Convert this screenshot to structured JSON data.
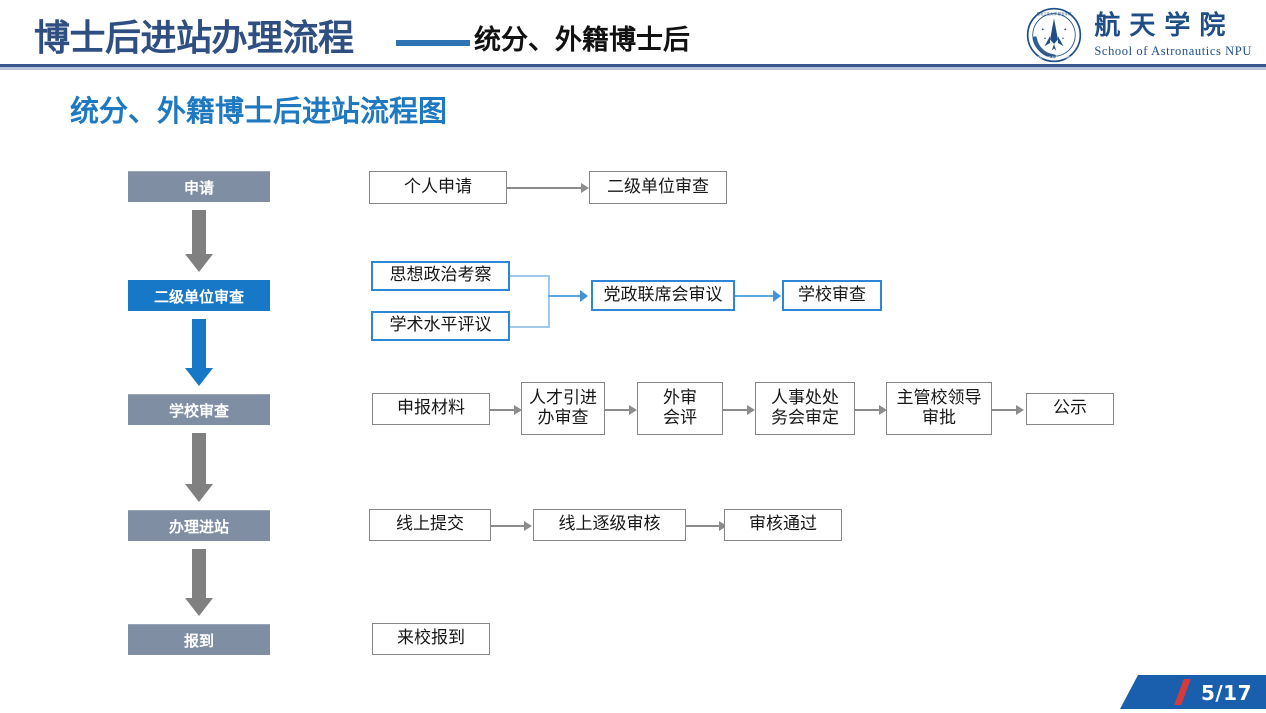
{
  "header": {
    "title_main": "博士后进站办理流程",
    "title_dash": "——",
    "title_sub": "统分、外籍博士后",
    "logo_cn": "航天学院",
    "logo_en": "School of Astronautics NPU",
    "logo_icon": "npu-astronautics-emblem"
  },
  "slide": {
    "subtitle": "统分、外籍博士后进站流程图"
  },
  "stages": [
    {
      "label": "申请",
      "style": "gray"
    },
    {
      "label": "二级单位审查",
      "style": "blue"
    },
    {
      "label": "学校审查",
      "style": "gray"
    },
    {
      "label": "办理进站",
      "style": "gray"
    },
    {
      "label": "报到",
      "style": "gray"
    }
  ],
  "stage_arrows": [
    {
      "from": "申请",
      "to": "二级单位审查",
      "color": "gray"
    },
    {
      "from": "二级单位审查",
      "to": "学校审查",
      "color": "blue"
    },
    {
      "from": "学校审查",
      "to": "办理进站",
      "color": "gray"
    },
    {
      "from": "办理进站",
      "to": "报到",
      "color": "gray"
    }
  ],
  "rows": [
    {
      "name": "row-application",
      "boxes": [
        {
          "label": "个人申请",
          "border": "gray"
        },
        {
          "label": "二级单位审查",
          "border": "gray"
        }
      ]
    },
    {
      "name": "row-unit-review",
      "boxes": [
        {
          "label": "思想政治考察",
          "border": "blue"
        },
        {
          "label": "学术水平评议",
          "border": "blue"
        },
        {
          "label": "党政联席会审议",
          "border": "blue"
        },
        {
          "label": "学校审查",
          "border": "blue"
        }
      ]
    },
    {
      "name": "row-school-review",
      "boxes": [
        {
          "label": "申报材料",
          "border": "gray"
        },
        {
          "label": "人才引进\n办审查",
          "border": "gray"
        },
        {
          "label": "外审\n会评",
          "border": "gray"
        },
        {
          "label": "人事处处\n务会审定",
          "border": "gray"
        },
        {
          "label": "主管校领导\n审批",
          "border": "gray"
        },
        {
          "label": "公示",
          "border": "gray"
        }
      ]
    },
    {
      "name": "row-entry",
      "boxes": [
        {
          "label": "线上提交",
          "border": "gray"
        },
        {
          "label": "线上逐级审核",
          "border": "gray"
        },
        {
          "label": "审核通过",
          "border": "gray"
        }
      ]
    },
    {
      "name": "row-report",
      "boxes": [
        {
          "label": "来校报到",
          "border": "gray"
        }
      ]
    }
  ],
  "footer": {
    "page": "5/17"
  },
  "colors": {
    "title_navy": "#2f4f82",
    "accent_blue": "#1878c8",
    "stage_gray": "#7f8ea3",
    "box_border_gray": "#868686",
    "box_border_blue": "#2e86d6",
    "footer_blue": "#1a5fae",
    "footer_red": "#d63b3b",
    "subtitle_blue": "#1f79c0"
  }
}
